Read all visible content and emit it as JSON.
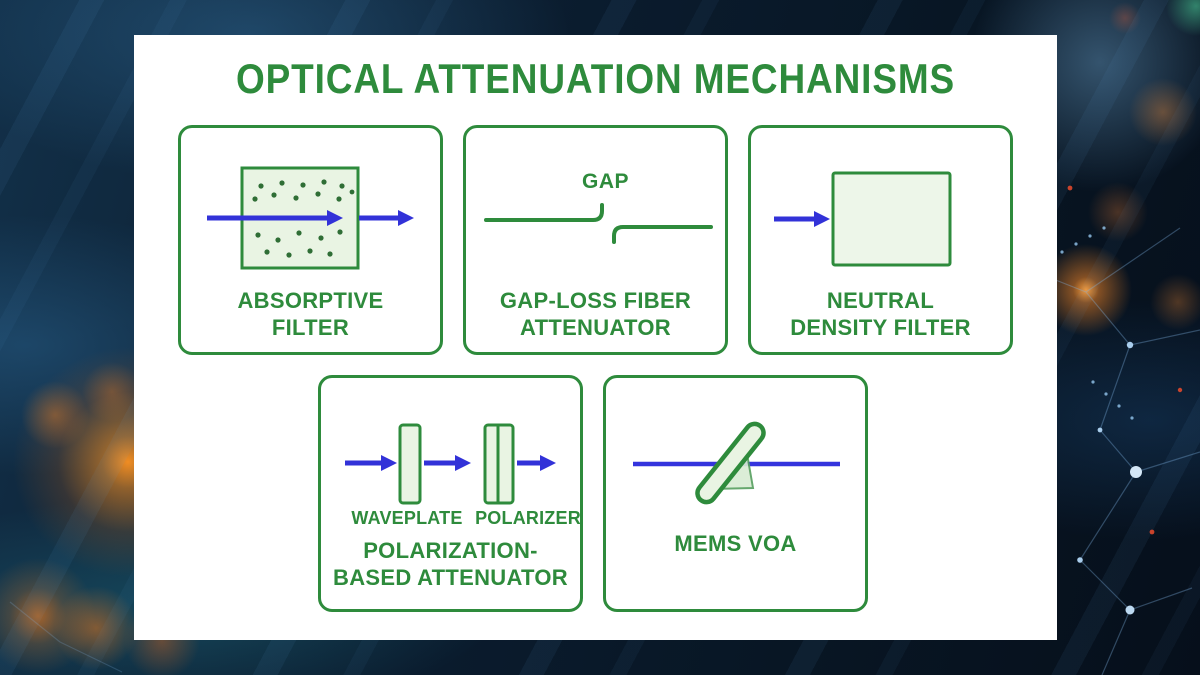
{
  "title": "OPTICAL ATTENUATION MECHANISMS",
  "cards": {
    "absorptive": {
      "line1": "ABSORPTIVE",
      "line2": "FILTER"
    },
    "gap_loss": {
      "gap": "GAP",
      "line1": "GAP-LOSS FIBER",
      "line2": "ATTENUATOR"
    },
    "neutral": {
      "line1": "NEUTRAL",
      "line2": "DENSITY FILTER"
    },
    "polarization": {
      "waveplate": "WAVEPLATE",
      "polarizer": "POLARIZER",
      "line1": "POLARIZATION-",
      "line2": "BASED ATTENUATOR"
    },
    "mems": {
      "line1": "MEMS VOA"
    }
  },
  "colors": {
    "green": "#2e8b3c",
    "dark_green_dots": "#2f6e35",
    "light_green_fill": "#e9f4e3",
    "beam_blue": "#3232d8",
    "panel_background": "#ffffff"
  },
  "icons": [
    "absorptive-filter-icon",
    "gap-loss-fiber-icon",
    "neutral-density-filter-icon",
    "polarization-attenuator-icon",
    "mems-voa-icon"
  ]
}
